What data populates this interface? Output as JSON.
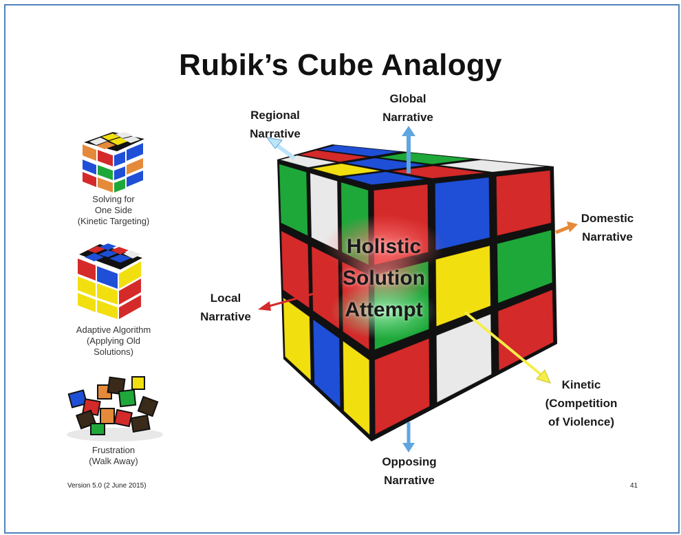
{
  "slide": {
    "title": "Rubik’s Cube Analogy",
    "footer_version": "Version 5.0 (2 June 2015)",
    "page_number": "41"
  },
  "side_items": [
    {
      "icon": "cube-one-side-icon",
      "lines": [
        "Solving for",
        "One Side",
        "(Kinetic Targeting)"
      ]
    },
    {
      "icon": "cube-algorithm-icon",
      "lines": [
        "Adaptive Algorithm",
        "(Applying Old",
        "Solutions)"
      ]
    },
    {
      "icon": "broken-cube-icon",
      "lines": [
        "Frustration",
        "(Walk Away)"
      ]
    }
  ],
  "center_label": {
    "lines": [
      "Holistic",
      "Solution",
      "Attempt"
    ]
  },
  "narratives": {
    "regional": [
      "Regional",
      "Narrative"
    ],
    "global": [
      "Global",
      "Narrative"
    ],
    "domestic": [
      "Domestic",
      "Narrative"
    ],
    "local": [
      "Local",
      "Narrative"
    ],
    "kinetic": [
      "Kinetic",
      "(Competition",
      "of Violence)"
    ],
    "opposing": [
      "Opposing",
      "Narrative"
    ]
  },
  "colors": {
    "frame": "#4f81bd",
    "cube_red": "#d42a2a",
    "cube_blue": "#1f4fd6",
    "cube_green": "#1fa83a",
    "cube_yellow": "#f2df10",
    "cube_white": "#e9e9e9",
    "arrow_blue": "#5fa6e0",
    "arrow_red": "#d42a2a",
    "arrow_orange": "#e58a3a",
    "arrow_yellow": "#f4ee4a",
    "arrow_lightblue": "#bde4f7",
    "glow_red": "#ff6b6b",
    "glow_green": "#7ee29a"
  },
  "cube_faces": {
    "top": [
      [
        "white",
        "red",
        "blue"
      ],
      [
        "yellow",
        "blue",
        "green"
      ],
      [
        "blue",
        "red",
        "white"
      ]
    ],
    "left": [
      [
        "green",
        "white",
        "green"
      ],
      [
        "red",
        "red",
        "red"
      ],
      [
        "yellow",
        "blue",
        "yellow"
      ]
    ],
    "right": [
      [
        "red",
        "blue",
        "red"
      ],
      [
        "green",
        "yellow",
        "green"
      ],
      [
        "red",
        "white",
        "red"
      ]
    ]
  }
}
